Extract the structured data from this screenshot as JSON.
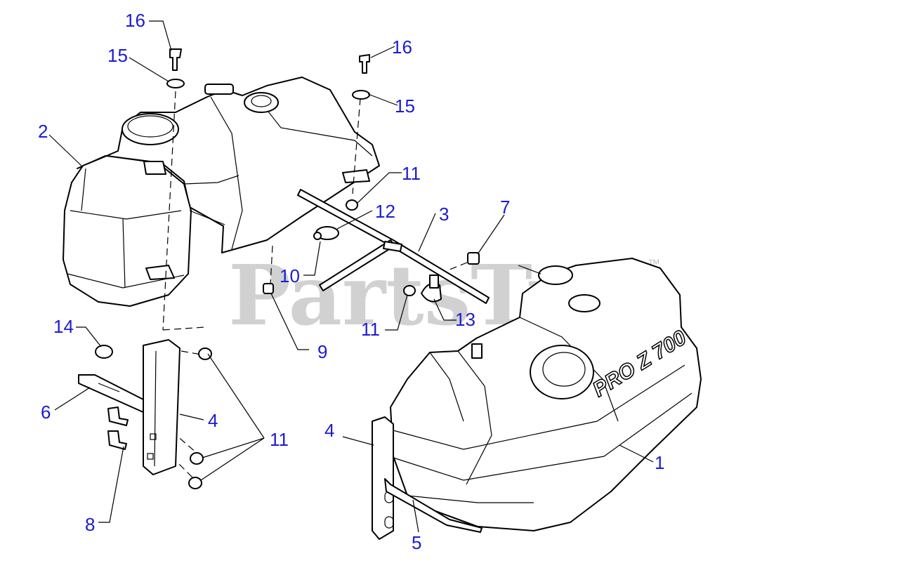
{
  "watermark": {
    "text": "PartsTree",
    "trademark": "™"
  },
  "tank_brand": "PRO Z 700",
  "callouts": {
    "c16a": "16",
    "c15a": "15",
    "c2": "2",
    "c16b": "16",
    "c15b": "15",
    "c11a": "11",
    "c12": "12",
    "c3": "3",
    "c7": "7",
    "c10": "10",
    "c11b": "11",
    "c13": "13",
    "c9": "9",
    "c14": "14",
    "c6": "6",
    "c4a": "4",
    "c11c": "11",
    "c8": "8",
    "c4b": "4",
    "c1": "1",
    "c5": "5"
  }
}
